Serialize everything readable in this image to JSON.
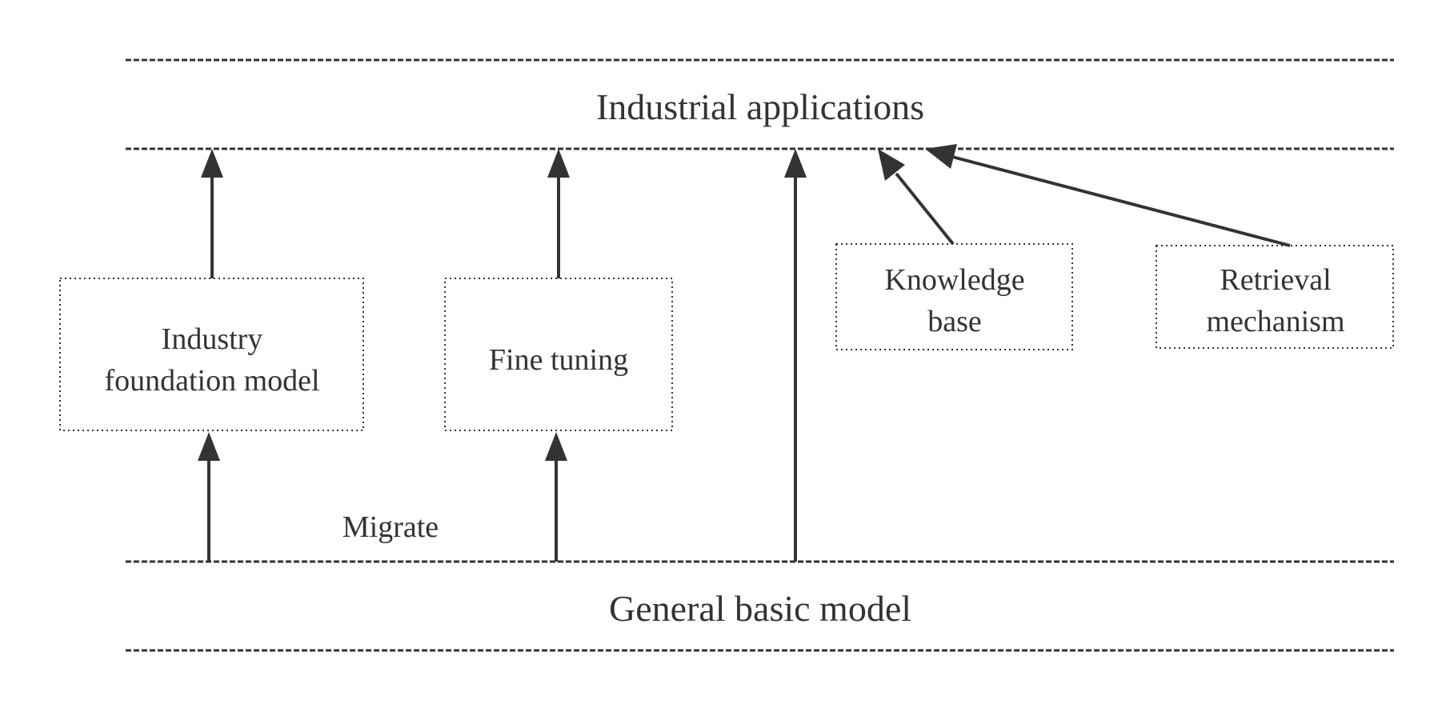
{
  "layers": {
    "top": "Industrial applications",
    "bottom": "General basic model"
  },
  "boxes": {
    "industry_foundation_model": [
      "Industry",
      "foundation model"
    ],
    "fine_tuning": [
      "Fine tuning"
    ],
    "knowledge_base": [
      "Knowledge",
      "base"
    ],
    "retrieval_mechanism": [
      "Retrieval",
      "mechanism"
    ]
  },
  "annotations": {
    "migrate": "Migrate"
  },
  "colors": {
    "ink": "#333333",
    "background": "#ffffff"
  }
}
